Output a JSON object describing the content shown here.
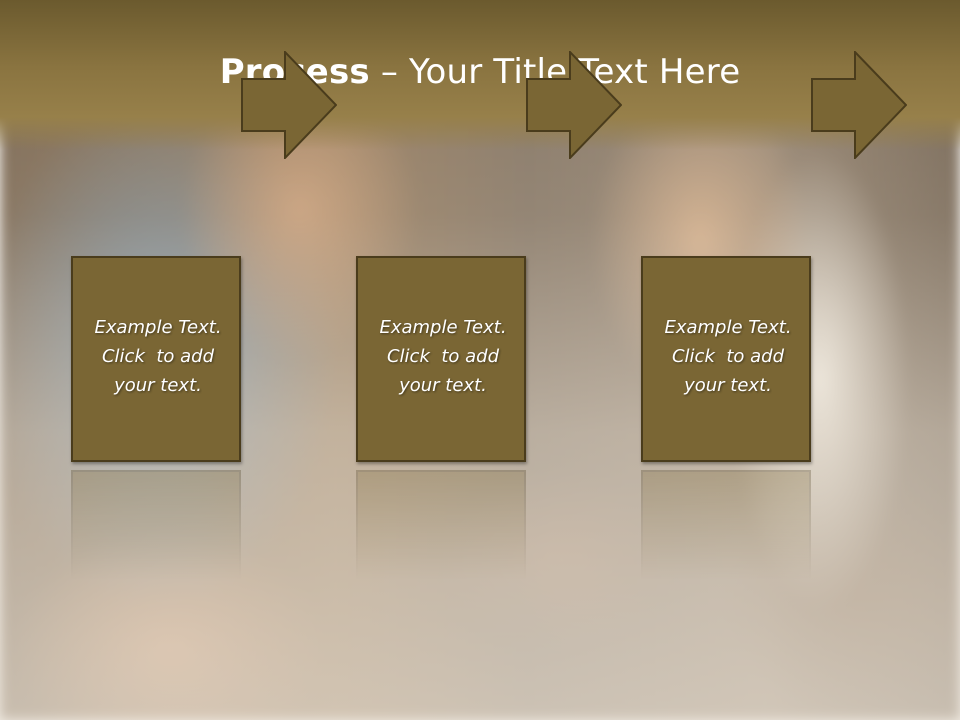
{
  "title": {
    "bold": "Process",
    "rest": " – Your Title Text Here"
  },
  "colors": {
    "title_bar": "#8a7440",
    "box_fill": "#7a6634",
    "box_border": "#4a3c1c",
    "text": "#ffffff"
  },
  "steps": [
    {
      "line1": "Example Text.",
      "line2": "Click  to add",
      "line3": "your text."
    },
    {
      "line1": "Example Text.",
      "line2": "Click  to add",
      "line3": "your text."
    },
    {
      "line1": "Example Text.",
      "line2": "Click  to add",
      "line3": "your text."
    }
  ]
}
